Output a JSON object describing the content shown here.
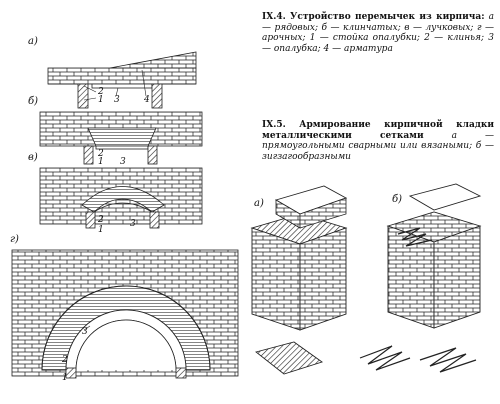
{
  "captions": [
    {
      "title": "IX.4. Устройство перемычек из кирпича:",
      "body": "а — рядовых; б — клинчатых; в — лучковых; г — арочных; 1 — стойка опалубки; 2 — клинья; 3 — опалубка; 4 — арматура"
    },
    {
      "title": "IX.5. Армирование кирпичной кладки металлическими сетками",
      "body": "а — прямоугольными сварными или вязаными; б — зигзагообразными"
    }
  ],
  "figure_labels": {
    "fig4": [
      "а)",
      "б)",
      "в)",
      "г)"
    ],
    "fig5": [
      "а)",
      "б)"
    ]
  },
  "callouts": {
    "a": [
      "2",
      "1",
      "3",
      "4"
    ],
    "b": [
      "2",
      "1",
      "3"
    ],
    "v": [
      "2",
      "1",
      "3"
    ],
    "g": [
      "3",
      "2",
      "1"
    ]
  }
}
